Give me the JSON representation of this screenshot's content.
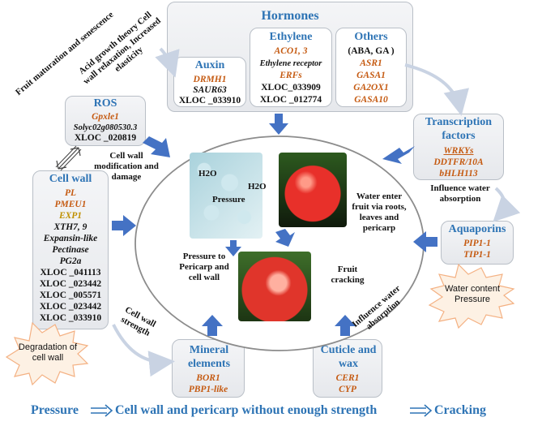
{
  "hormones": {
    "title": "Hormones",
    "auxin": {
      "title": "Auxin",
      "genes": [
        "DRMH1",
        "SAUR63",
        "XLOC _033910"
      ]
    },
    "ethylene": {
      "title": "Ethylene",
      "genes": [
        "ACO1, 3",
        "Ethylene receptor",
        "ERFs",
        "XLOC_033909",
        "XLOC _012774"
      ]
    },
    "others": {
      "title": "Others",
      "genes": [
        "(ABA, GA )",
        "ASR1",
        "GASA1",
        "GA2OX1",
        "GASA10"
      ]
    }
  },
  "ros": {
    "title": "ROS",
    "genes": [
      "Gpxle1",
      "Solyc02g080530.3",
      "XLOC _020819"
    ]
  },
  "cell_wall": {
    "title": "Cell wall",
    "genes": [
      "PL",
      "PMEU1",
      "EXP1",
      "XTH7, 9",
      "Expansin-like",
      "Pectinase",
      "PG2a",
      "XLOC _041113",
      "XLOC _023442",
      "XLOC _005571",
      "XLOC _023442",
      "XLOC _033910"
    ]
  },
  "transcription_factors": {
    "title": "Transcription factors",
    "genes": [
      "WRKYs",
      "DDTFR/10A",
      "bHLH113"
    ]
  },
  "aquaporins": {
    "title": "Aquaporins",
    "genes": [
      "PIP1-1",
      "TIP1-1"
    ]
  },
  "mineral": {
    "title": "Mineral elements",
    "genes": [
      "BOR1",
      "PBP1-like"
    ]
  },
  "cuticle": {
    "title": "Cuticle and wax",
    "genes": [
      "CER1",
      "CYP"
    ]
  },
  "labels": {
    "fruit_maturation": "Fruit maturation and senescence",
    "acid_growth": "Acid growth theory Cell wall relaxation, Increased elasticity",
    "cell_wall_mod": "Cell wall modification and damage",
    "influence_absorption": "Influence water absorption",
    "cell_wall_strength": "Cell wall strength",
    "influence_absorption_2": "Influence water absorption",
    "degradation": "Degradation of cell wall",
    "water_content": "Water content Pressure"
  },
  "center": {
    "h2o_left": "H2O",
    "h2o_right": "H2O",
    "pressure": "Pressure",
    "water_enter": "Water enter fruit via roots, leaves and pericarp",
    "pressure_to": "Pressure to Pericarp and cell wall",
    "fruit_cracking": "Fruit cracking"
  },
  "bottom": {
    "pressure": "Pressure",
    "middle": "Cell wall and pericarp without enough strength",
    "cracking": "Cracking"
  },
  "colors": {
    "title_blue": "#2e74b5",
    "gene_orange": "#c55a11",
    "arrow_blue": "#4472c4",
    "gene_yellow": "#bf9000"
  }
}
